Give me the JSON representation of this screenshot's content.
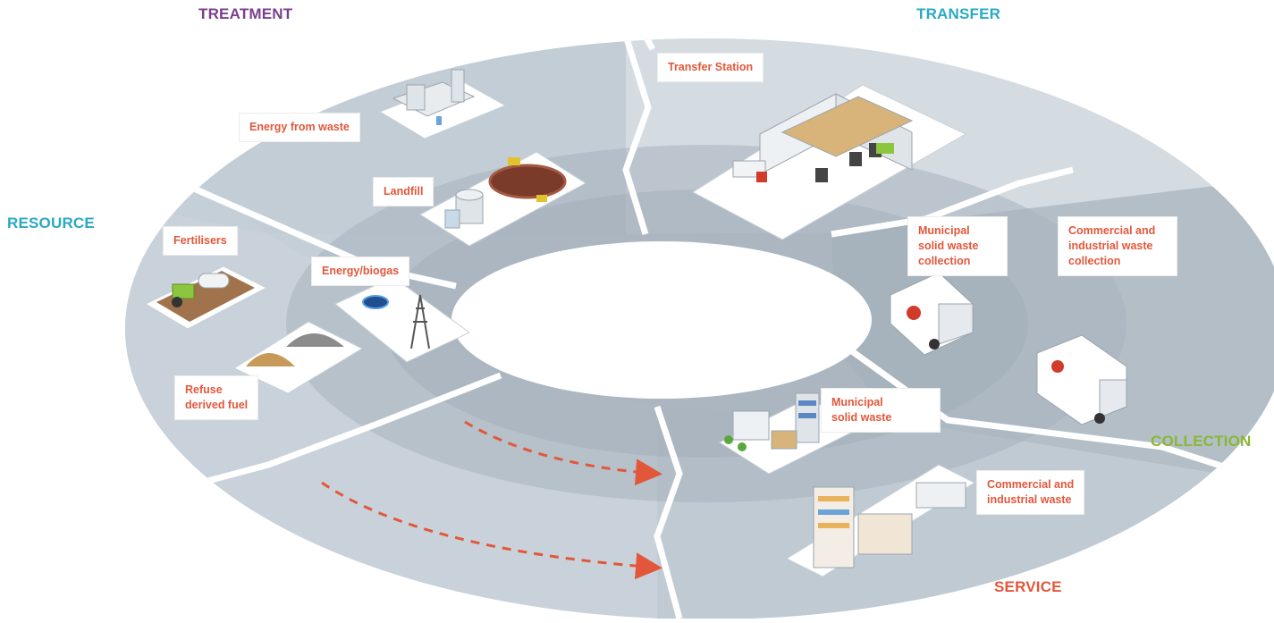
{
  "sections": {
    "treatment": {
      "label": "TREATMENT",
      "color": "#7b3f8f"
    },
    "transfer": {
      "label": "TRANSFER",
      "color": "#2aa9c4"
    },
    "resource": {
      "label": "RESOURCE",
      "color": "#2aa9c4"
    },
    "collection": {
      "label": "COLLECTION",
      "color": "#8ab832"
    },
    "service": {
      "label": "SERVICE",
      "color": "#e2573a"
    }
  },
  "nodes": {
    "energy_from_waste": "Energy from waste",
    "landfill": "Landfill",
    "fertilisers": "Fertilisers",
    "energy_biogas": "Energy/biogas",
    "refuse_derived_fuel": "Refuse\nderived fuel",
    "transfer_station": "Transfer Station",
    "municipal_collection": "Municipal\nsolid waste\ncollection",
    "commercial_collection": "Commercial and\nindustrial waste\ncollection",
    "municipal_waste": "Municipal\nsolid waste",
    "commercial_waste": "Commercial and\nindustrial waste"
  },
  "colors": {
    "ring_light": "#c9d3db",
    "ring_mid": "#b6c1ca",
    "ring_dark": "#9eaab4",
    "label_text": "#e2573a",
    "arrow": "#e2573a"
  }
}
